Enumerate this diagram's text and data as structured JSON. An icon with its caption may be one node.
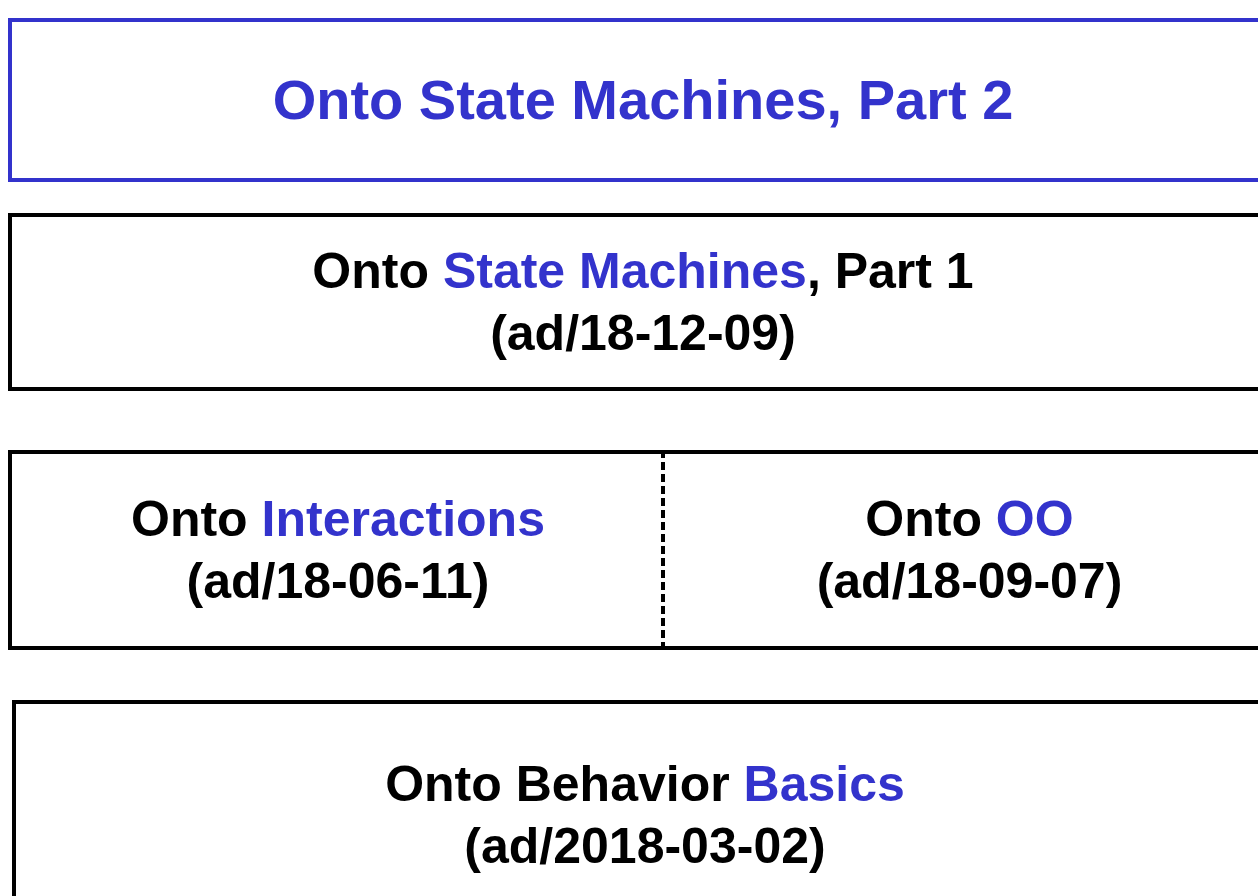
{
  "diagram": {
    "nodes": [
      {
        "text": [
          "Onto State Machines, Part 2"
        ]
      },
      {
        "text": [
          "Onto **State Machines**, Part 1",
          "(ad/18-12-09)"
        ]
      },
      {
        "text": [
          "Onto **Interactions**",
          "(ad/18-06-11)"
        ]
      },
      {
        "text": [
          "Onto **OO**",
          "(ad/18-09-07)"
        ]
      },
      {
        "text": [
          "Onto Behavior **Basics**",
          "(ad/2018-03-02)"
        ]
      }
    ]
  }
}
